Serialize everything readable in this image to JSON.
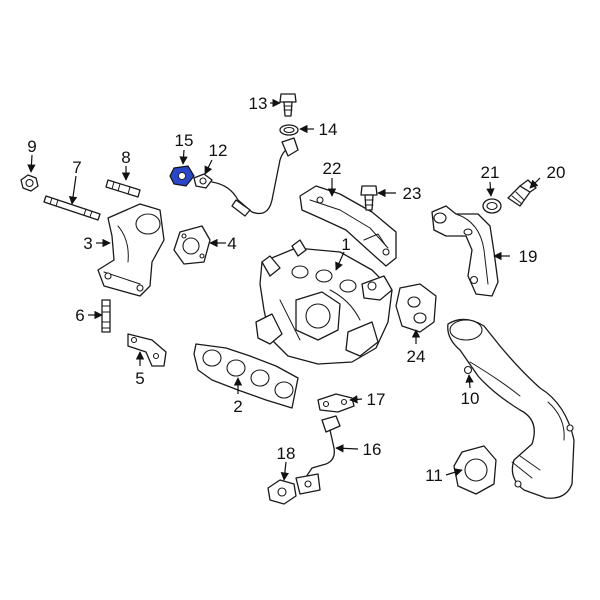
{
  "callouts": {
    "c1": "1",
    "c2": "2",
    "c3": "3",
    "c4": "4",
    "c5": "5",
    "c6": "6",
    "c7": "7",
    "c8": "8",
    "c9": "9",
    "c10": "10",
    "c11": "11",
    "c12": "12",
    "c13": "13",
    "c14": "14",
    "c15": "15",
    "c16": "16",
    "c17": "17",
    "c18": "18",
    "c19": "19",
    "c20": "20",
    "c21": "21",
    "c22": "22",
    "c23": "23",
    "c24": "24"
  },
  "colors": {
    "line": "#1a1a1a",
    "highlight": "#2a47c8"
  }
}
